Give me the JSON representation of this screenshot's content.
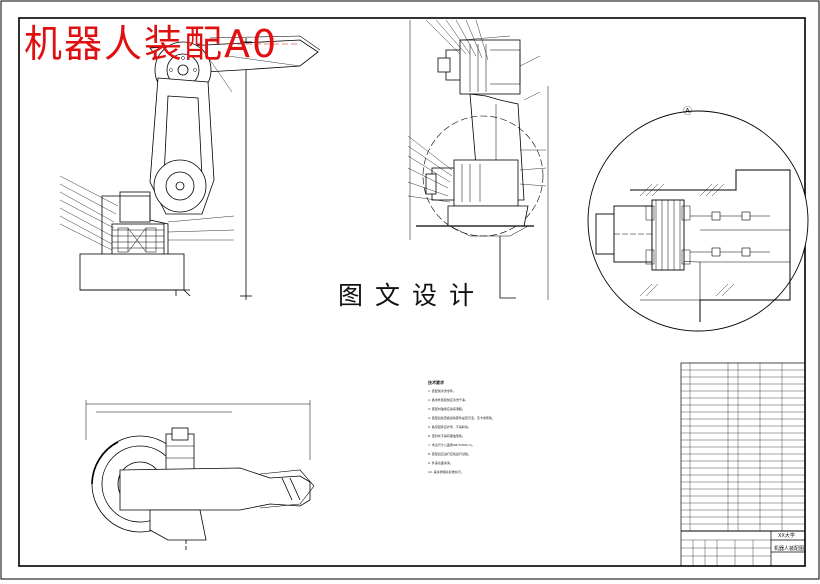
{
  "drawing": {
    "title_overlay": "机器人装配A0",
    "watermark": "图文设计",
    "view_mark": "Ⓐ",
    "notes_heading": "技术要求",
    "notes": [
      "1. 装配前清洗零件。",
      "2. 各零件装配前应清洗干净。",
      "3. 装配时轴承应涂润滑脂。",
      "4. 装配后检查各运动部件是否灵活，无卡滞现象。",
      "5. 各紧固件应拧紧，不得松动。",
      "6. 密封处不得有漏油现象。",
      "7. 未注尺寸公差按GB/T1804-m。",
      "8. 装配后应进行空载运行试验。",
      "9. 外露表面涂漆。",
      "10. 其余按相关标准执行。"
    ],
    "title_block": {
      "school": "XX大学",
      "drawing_name": "机器人装配图"
    }
  }
}
